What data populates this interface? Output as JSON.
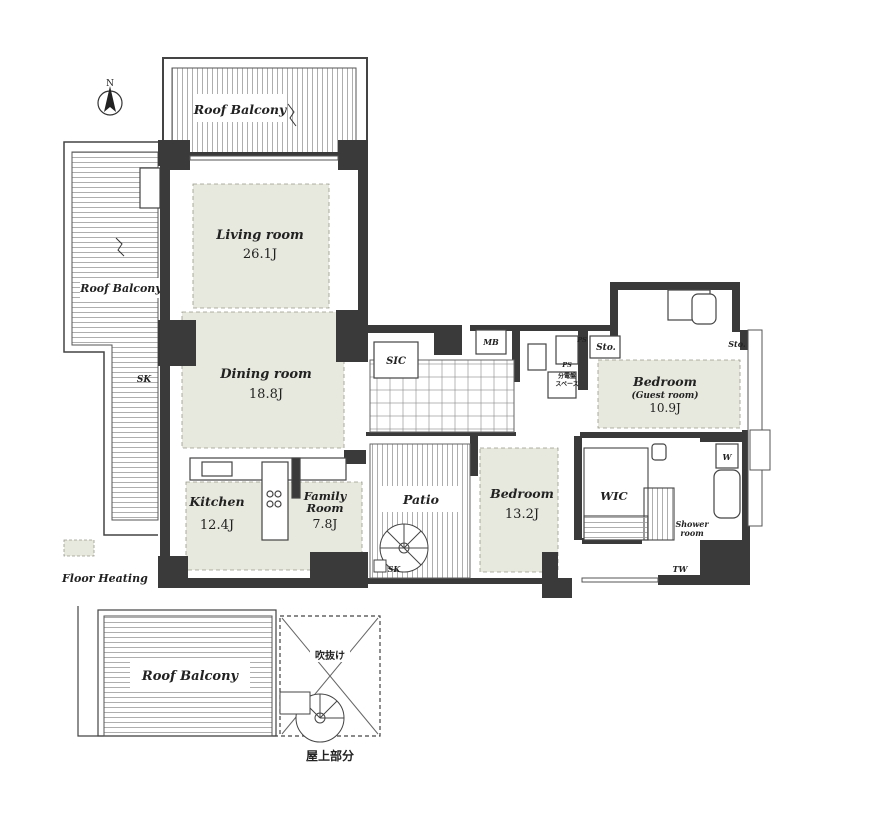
{
  "compass": {
    "north": "N"
  },
  "rooms": {
    "roof_balcony_top": "Roof Balcony",
    "roof_balcony_left": "Roof Balcony",
    "roof_balcony_bottom": "Roof Balcony",
    "living": {
      "name": "Living room",
      "size": "26.1J"
    },
    "dining": {
      "name": "Dining room",
      "size": "18.8J"
    },
    "kitchen": {
      "name": "Kitchen",
      "size": "12.4J"
    },
    "family": {
      "name_line1": "Family",
      "name_line2": "Room",
      "size": "7.8J"
    },
    "patio": "Patio",
    "bedroom_main": {
      "name": "Bedroom",
      "size": "13.2J"
    },
    "bedroom_guest": {
      "name": "Bedroom",
      "sub": "(Guest room)",
      "size": "10.9J"
    },
    "wic": "WIC",
    "shower": {
      "line1": "Shower",
      "line2": "room"
    },
    "sic": "SIC",
    "mb": "MB"
  },
  "small_labels": {
    "sk_left": "SK",
    "sk_patio": "SK",
    "ps1": "PS",
    "ps2": "PS",
    "sto1": "Sto.",
    "sto2": "Sto.",
    "w": "W",
    "tw": "TW",
    "washer_line1": "分電盤",
    "washer_line2": "スペース"
  },
  "legend": {
    "floor_heating": "Floor Heating"
  },
  "rooftop": {
    "void": "吹抜け",
    "section_title": "屋上部分"
  },
  "colors": {
    "wall": "#3a3a3a",
    "floor_heating": "#e7e8de",
    "line": "#555555"
  }
}
